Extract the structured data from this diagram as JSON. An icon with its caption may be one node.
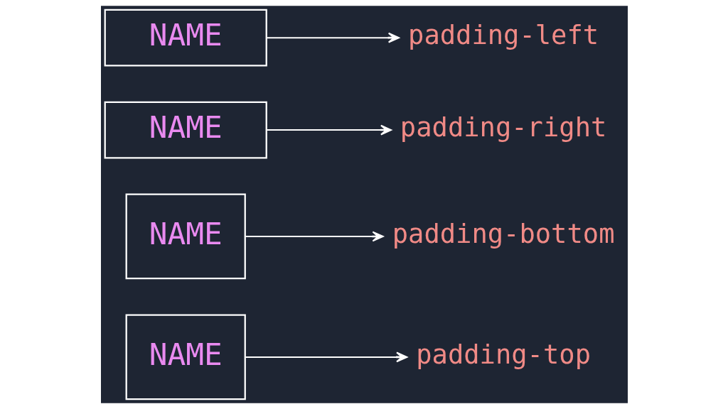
{
  "diagram": {
    "nodes": [
      {
        "text": [
          "NAME"
        ]
      },
      {
        "text": [
          "padding-top"
        ]
      },
      {
        "text": [
          "NAME"
        ]
      },
      {
        "text": [
          "padding-bottom"
        ]
      },
      {
        "text": [
          "NAME"
        ]
      },
      {
        "text": [
          "padding-right"
        ]
      },
      {
        "text": [
          "NAME"
        ]
      },
      {
        "text": [
          "padding-left"
        ]
      }
    ],
    "edges": [
      {
        "from": 0,
        "to": 1,
        "arrow": "to"
      },
      {
        "from": 2,
        "to": 3,
        "arrow": "to"
      },
      {
        "from": 4,
        "to": 5,
        "arrow": "to"
      },
      {
        "from": 6,
        "to": 7,
        "arrow": "to"
      }
    ]
  }
}
